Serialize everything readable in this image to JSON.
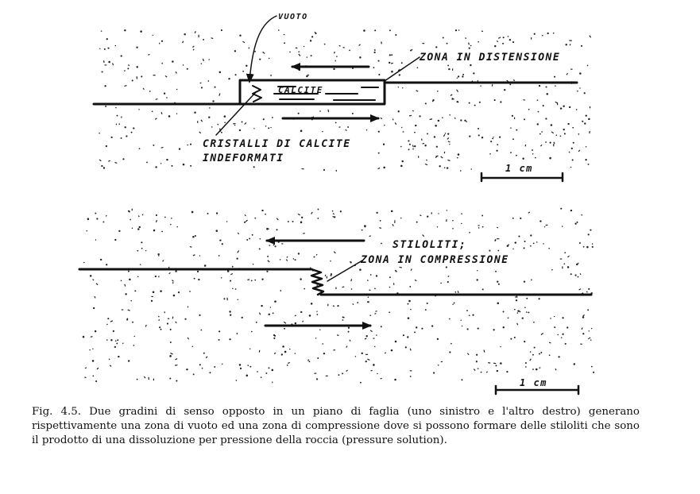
{
  "diagram": {
    "top_panel": {
      "void_label": "VUOTO",
      "extension_label": "ZONA IN DISTENSIONE",
      "calcite_label": "CALCITE",
      "crystals_label_line1": "CRISTALLI DI CALCITE",
      "crystals_label_line2": "INDEFORMATI",
      "scale_label": "1 cm"
    },
    "bottom_panel": {
      "stylolites_label": "STILOLITI;",
      "compression_label": "ZONA IN COMPRESSIONE",
      "scale_label": "1 cm"
    }
  },
  "caption": {
    "text": "Fig. 4.5. Due gradini di senso opposto in un piano di faglia (uno sinistro e l'altro destro) generano rispettivamente una zona di vuoto ed una zona di compressione dove si possono formare delle stiloliti che sono il prodotto di una dissoluzione per pressione della roccia (pressure solution)."
  }
}
